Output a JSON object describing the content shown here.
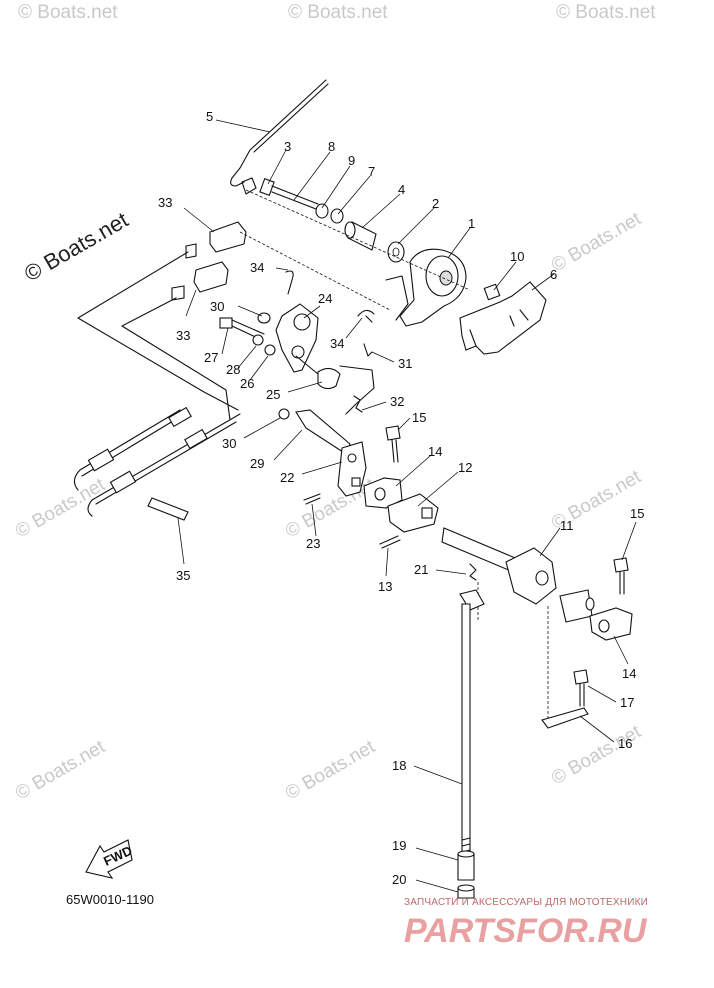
{
  "labels": [
    {
      "id": "5",
      "text": "5"
    },
    {
      "id": "3",
      "text": "3"
    },
    {
      "id": "8",
      "text": "8"
    },
    {
      "id": "9",
      "text": "9"
    },
    {
      "id": "7",
      "text": "7"
    },
    {
      "id": "4",
      "text": "4"
    },
    {
      "id": "2",
      "text": "2"
    },
    {
      "id": "1",
      "text": "1"
    },
    {
      "id": "10",
      "text": "10"
    },
    {
      "id": "6",
      "text": "6"
    },
    {
      "id": "33a",
      "text": "33"
    },
    {
      "id": "34a",
      "text": "34"
    },
    {
      "id": "24",
      "text": "24"
    },
    {
      "id": "30a",
      "text": "30"
    },
    {
      "id": "33b",
      "text": "33"
    },
    {
      "id": "27",
      "text": "27"
    },
    {
      "id": "28",
      "text": "28"
    },
    {
      "id": "26",
      "text": "26"
    },
    {
      "id": "34b",
      "text": "34"
    },
    {
      "id": "31",
      "text": "31"
    },
    {
      "id": "25",
      "text": "25"
    },
    {
      "id": "32",
      "text": "32"
    },
    {
      "id": "30b",
      "text": "30"
    },
    {
      "id": "15a",
      "text": "15"
    },
    {
      "id": "29",
      "text": "29"
    },
    {
      "id": "22",
      "text": "22"
    },
    {
      "id": "14a",
      "text": "14"
    },
    {
      "id": "12",
      "text": "12"
    },
    {
      "id": "23",
      "text": "23"
    },
    {
      "id": "11",
      "text": "11"
    },
    {
      "id": "15b",
      "text": "15"
    },
    {
      "id": "35",
      "text": "35"
    },
    {
      "id": "13",
      "text": "13"
    },
    {
      "id": "21",
      "text": "21"
    },
    {
      "id": "14b",
      "text": "14"
    },
    {
      "id": "17",
      "text": "17"
    },
    {
      "id": "16",
      "text": "16"
    },
    {
      "id": "18",
      "text": "18"
    },
    {
      "id": "19",
      "text": "19"
    },
    {
      "id": "20",
      "text": "20"
    }
  ],
  "diagram_code": "65W0010-1190",
  "fwd_text": "FWD",
  "watermark": {
    "big": "© Boats.net",
    "small": "© Boats.net"
  },
  "brand": {
    "subtitle": "ЗАПЧАСТИ И АКСЕССУАРЫ ДЛЯ МОТОТЕХНИКИ",
    "name": "PARTSFOR.RU"
  }
}
